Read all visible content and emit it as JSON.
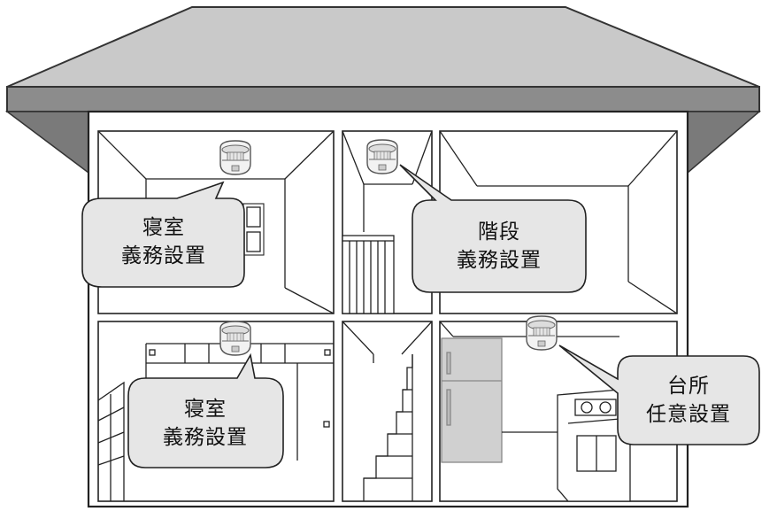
{
  "callouts": {
    "bedroom_upper": {
      "room": "寝室",
      "requirement": "義務設置"
    },
    "stairs": {
      "room": "階段",
      "requirement": "義務設置"
    },
    "bedroom_lower": {
      "room": "寝室",
      "requirement": "義務設置"
    },
    "kitchen": {
      "room": "台所",
      "requirement": "任意設置"
    }
  }
}
